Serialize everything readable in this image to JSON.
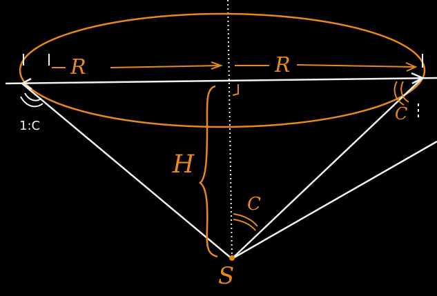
{
  "colors": {
    "background": "#000000",
    "orange": "#e8891c",
    "white": "#f2f2f2"
  },
  "labels": {
    "radius_left": "R",
    "radius_right": "R",
    "height": "H",
    "apex": "S",
    "angle_apex": "C",
    "angle_right": "C",
    "angle_left": "1:C"
  }
}
